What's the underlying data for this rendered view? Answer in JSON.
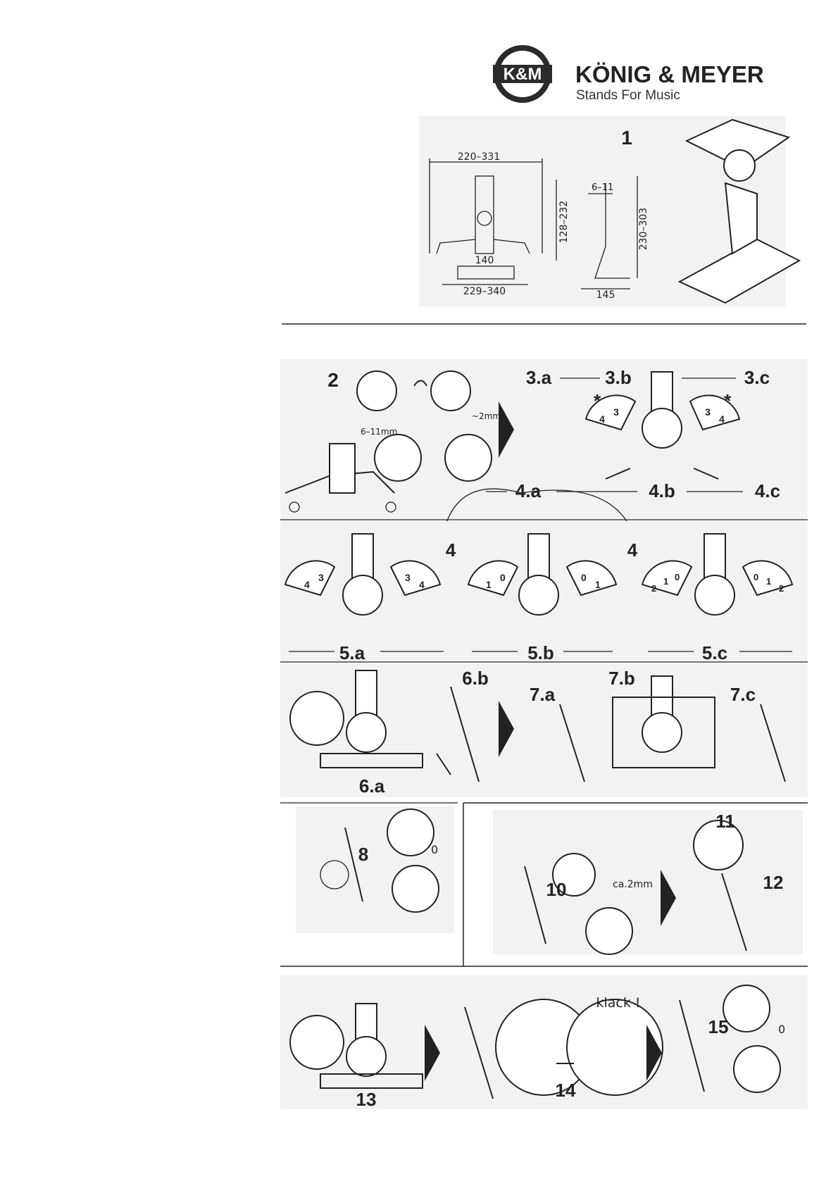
{
  "brand": {
    "logo_text": "K&M",
    "name": "KÖNIG & MEYER",
    "tagline": "Stands For Music"
  },
  "figure1": {
    "step": "1",
    "dims": {
      "width_top": "220–331",
      "height_left": "128–232",
      "center": "140",
      "width_bottom": "229–340",
      "thickness": "6–11",
      "height_total": "230–303",
      "depth": "145"
    }
  },
  "figure2": {
    "step": "2",
    "note_range": "6–11mm",
    "note_gap": "~2mm"
  },
  "figure3": {
    "steps": [
      "3.a",
      "3.b",
      "3.c"
    ],
    "steps4": [
      "4.a",
      "4.b",
      "4.c"
    ],
    "scale_left": [
      "4",
      "3"
    ],
    "scale_right": [
      "3",
      "4"
    ],
    "asterisk": "*"
  },
  "figure5": {
    "label4": "4",
    "a": {
      "step": "5.a",
      "left": [
        "4",
        "3"
      ],
      "right": [
        "3",
        "4"
      ]
    },
    "b": {
      "step": "5.b",
      "left": [
        "1",
        "0"
      ],
      "right": [
        "0",
        "1"
      ]
    },
    "c": {
      "step": "5.c",
      "left": [
        "2",
        "1",
        "0"
      ],
      "right": [
        "0",
        "1",
        "2"
      ]
    }
  },
  "figure6": {
    "steps": [
      "6.a",
      "6.b",
      "7.a",
      "7.b",
      "7.c"
    ]
  },
  "figure8": {
    "step": "8",
    "mark": "0"
  },
  "figure10": {
    "steps": [
      "10",
      "11",
      "12"
    ],
    "note": "ca.2mm"
  },
  "figure13": {
    "steps": [
      "13",
      "14",
      "15"
    ],
    "sound": "klack !",
    "mark": "0"
  }
}
